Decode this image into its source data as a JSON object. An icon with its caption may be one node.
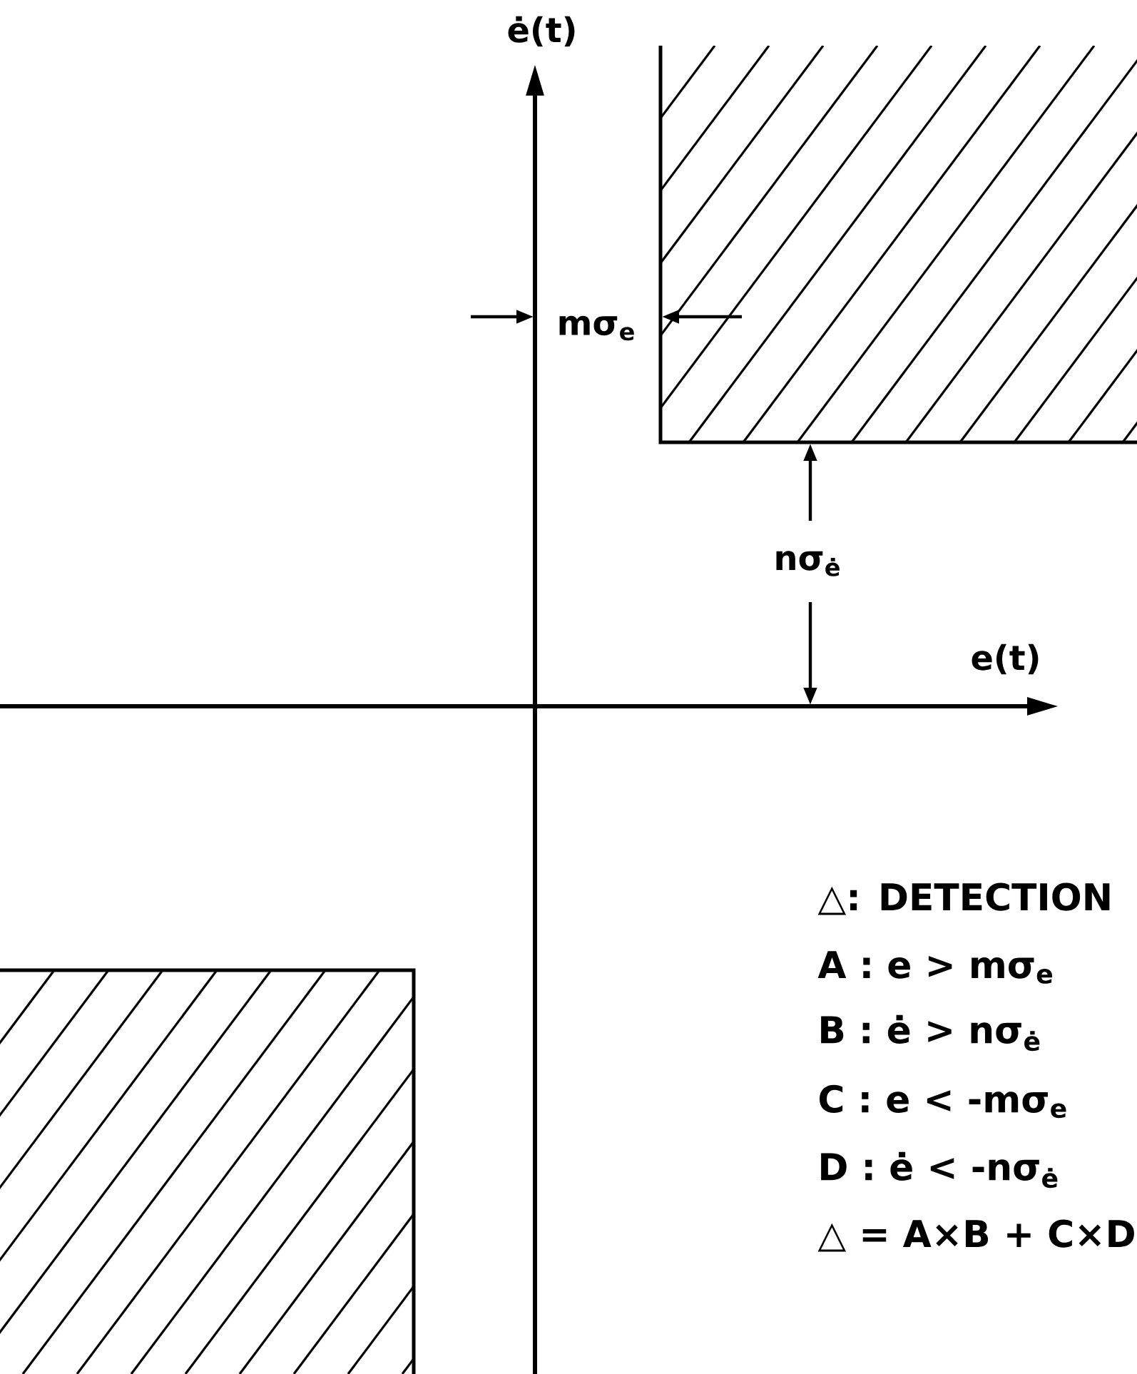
{
  "diagram": {
    "labels": [
      "ė(t)",
      "mσ$_{e}$",
      "nσ$_{ė}$",
      "e(t)",
      "△: DETECTION",
      "A : e > mσ$_{e}$",
      "B : ė > nσ$_{ė}$",
      "C : e < -mσ$_{e}$",
      "D : ė < -nσ$_{ė}$",
      "△ = A×B + C×D"
    ]
  }
}
